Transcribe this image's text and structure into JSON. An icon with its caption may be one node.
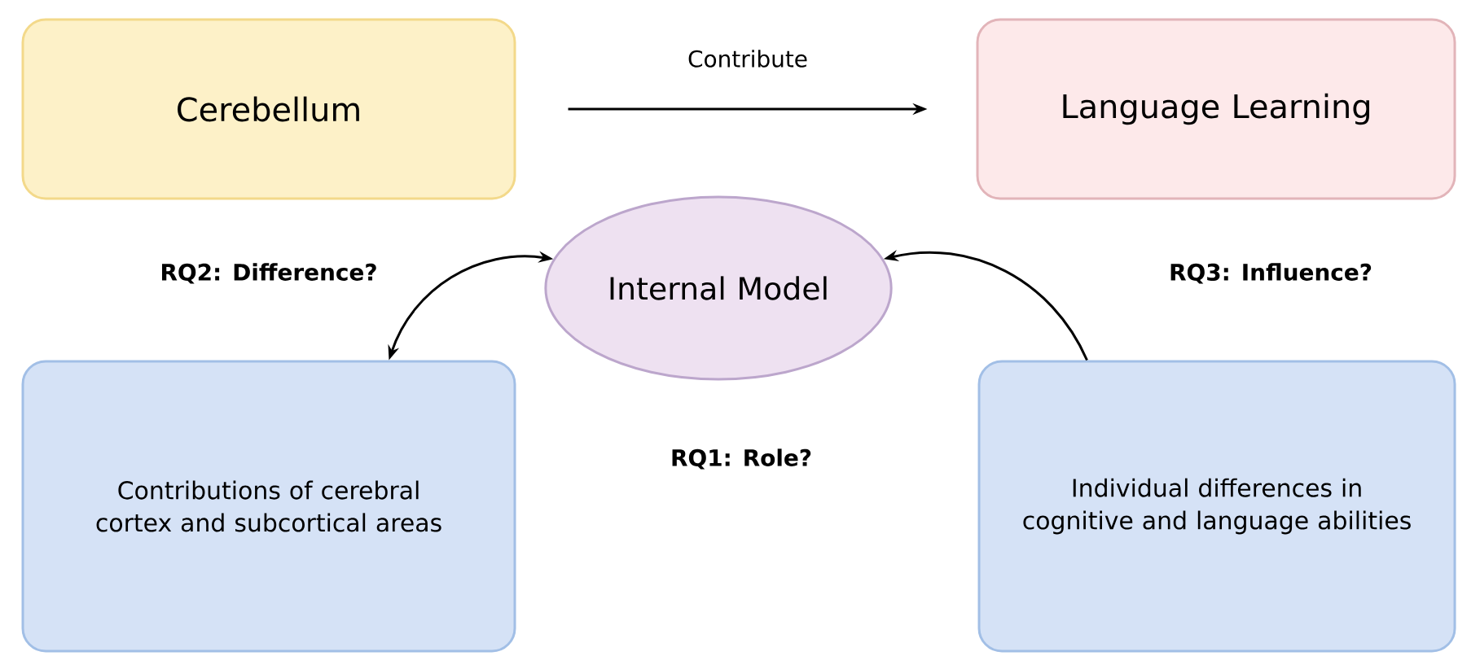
{
  "diagram": {
    "nodes": [
      {
        "text": [
          "Cerebellum"
        ]
      },
      {
        "text": [
          "Language Learning"
        ]
      },
      {
        "text": [
          "Internal Model"
        ]
      },
      {
        "text": [
          "Contributions of cerebral cortex and subcortical areas"
        ]
      },
      {
        "text": [
          "Individual differences in cognitive and language abilities"
        ]
      }
    ],
    "edges": [
      {
        "from": 0,
        "to": 1,
        "arrow": "to",
        "label": "Contribute"
      },
      {
        "from": 3,
        "to": 2,
        "arrow": "both",
        "label": "RQ2: Difference?"
      },
      {
        "from": 4,
        "to": 2,
        "arrow": "to",
        "label": "RQ3: Influence?"
      }
    ],
    "labels": [
      "RQ1: Role?"
    ]
  }
}
